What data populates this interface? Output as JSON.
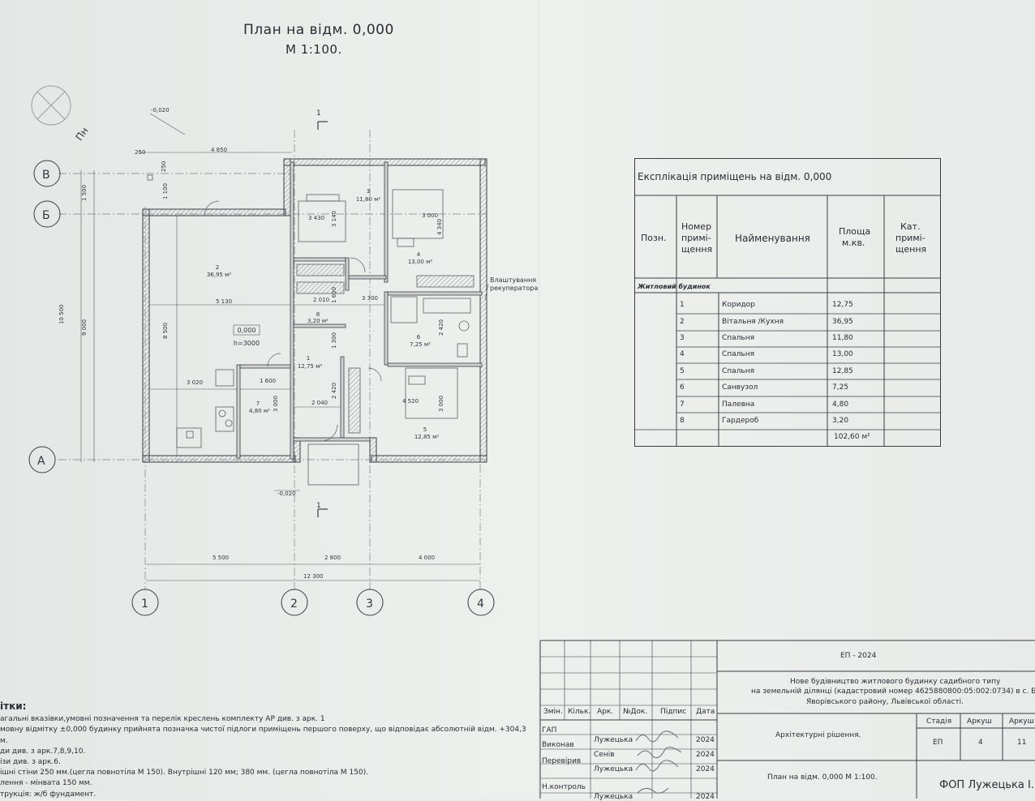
{
  "drawing": {
    "title": "План на відм. 0,000",
    "scale": "М 1:100."
  },
  "plan": {
    "axes_letters": [
      "В",
      "Б",
      "А"
    ],
    "axes_numbers": [
      "1",
      "2",
      "3",
      "4"
    ],
    "north_label": "Пн",
    "section_mark": "1",
    "level_outside_top": "-0,020",
    "level_outside_bottom": "-0,020",
    "level_floor": "0,000",
    "room_height": "h=3000",
    "recuperator_note_1": "Влаштування",
    "recuperator_note_2": "рекуператора",
    "dims": {
      "d250a": "250",
      "d4850": "4 850",
      "d250b": "250",
      "d1500": "1 500",
      "d1100": "1 100",
      "d10500": "10 500",
      "d9000": "9 000",
      "d8500": "8 500",
      "d5130": "5 130",
      "d3020": "3 020",
      "d1600": "1 600",
      "d3000a": "3 000",
      "d2040": "2 040",
      "d2420a": "2 420",
      "d3430": "3 430",
      "d3140": "3 140",
      "d3000b": "3 000",
      "d4340": "4 340",
      "d2010": "2 010",
      "d1600b": "1 600",
      "d3300": "3 300",
      "d2420b": "2 420",
      "d1300": "1 300",
      "d4520": "4 520",
      "d3000c": "3 000",
      "d5500": "5 500",
      "d2800": "2 800",
      "d4000": "4 000",
      "d12300": "12 300"
    },
    "room_tags": [
      {
        "no": "1",
        "area": "12,75 м²"
      },
      {
        "no": "2",
        "area": "36,95 м²"
      },
      {
        "no": "3",
        "area": "11,80 м²"
      },
      {
        "no": "4",
        "area": "13,00 м²"
      },
      {
        "no": "5",
        "area": "12,85 м²"
      },
      {
        "no": "6",
        "area": "7,25 м²"
      },
      {
        "no": "7",
        "area": "4,80 м²"
      },
      {
        "no": "8",
        "area": "3,20 м²"
      }
    ]
  },
  "explication": {
    "title": "Експлікація приміщень на відм. 0,000",
    "headers": {
      "pos": "Позн.",
      "num_1": "Номер",
      "num_2": "примі-",
      "num_3": "щення",
      "name": "Найменування",
      "area_1": "Площа",
      "area_2": "м.кв.",
      "cat_1": "Кат.",
      "cat_2": "примі-",
      "cat_3": "щення"
    },
    "group": "Житловий будинок",
    "rows": [
      {
        "no": "1",
        "name": "Коридор",
        "area": "12,75"
      },
      {
        "no": "2",
        "name": "Вітальня /Кухня",
        "area": "36,95"
      },
      {
        "no": "3",
        "name": "Спальня",
        "area": "11,80"
      },
      {
        "no": "4",
        "name": "Спальня",
        "area": "13,00"
      },
      {
        "no": "5",
        "name": "Спальня",
        "area": "12,85"
      },
      {
        "no": "6",
        "name": "Санвузол",
        "area": "7,25"
      },
      {
        "no": "7",
        "name": "Палевна",
        "area": "4,80"
      },
      {
        "no": "8",
        "name": "Гардероб",
        "area": "3,20"
      }
    ],
    "total": "102,60 м²"
  },
  "notes": {
    "heading": "ітки:",
    "lines": [
      "агальні вказівки,умовні позначення та перелік креслень комплекту АР див. з арк. 1",
      "мовну відмітку ±0,000 будинку прийнята позначка чистої підлоги приміщень першого поверху,  що відповідає абсолютній відм. +304,3 м.",
      "ди див. з арк.7,8,9,10.",
      "ізи див. з арк.6.",
      "ішні стіни 250 мм.(цегла повнотіла М 150). Внутрішні 120 мм; 380 мм. (цегла повнотіла М 150).",
      "лення - мінвата 150 мм.",
      "трукція: ж/б фундамент."
    ]
  },
  "stamp": {
    "code": "ЕП - 2024",
    "project_line_1": "Нове будівництво житлового будинку садибного типу",
    "project_line_2": "на земельній ділянці (кадастровий номер 4625880800:05:002:0734) в с. Бірки,",
    "project_line_3": "Яворівського району, Львівської області.",
    "section_title": "Архітектурні рішення.",
    "sheet_title": "План на відм. 0,000 М 1:100.",
    "org": "ФОП Лужецька І.Я",
    "headers": {
      "zmin": "Змін.",
      "kilk": "Кільк.",
      "ark": "Арк.",
      "ndoc": "№Док.",
      "pidpys": "Підпис",
      "data": "Дата"
    },
    "stage_headers": {
      "stage": "Стадія",
      "sheet": "Аркуш",
      "sheets": "Аркуш"
    },
    "stage_values": {
      "stage": "ЕП",
      "sheet": "4",
      "sheets": "11"
    },
    "people": [
      {
        "role": "ГАП",
        "name": "Лужецька",
        "date": "2024"
      },
      {
        "role": "Виконав",
        "name": "Сенів",
        "date": "2024"
      },
      {
        "role": "Перевірив",
        "name": "Лужецька",
        "date": "2024"
      },
      {
        "role": "Н.контроль",
        "name": "Лужецька",
        "date": "2024"
      }
    ]
  },
  "colors": {
    "ink": "#33363c",
    "paper": "#eceeec",
    "wall_fill": "#cfd2d2"
  }
}
